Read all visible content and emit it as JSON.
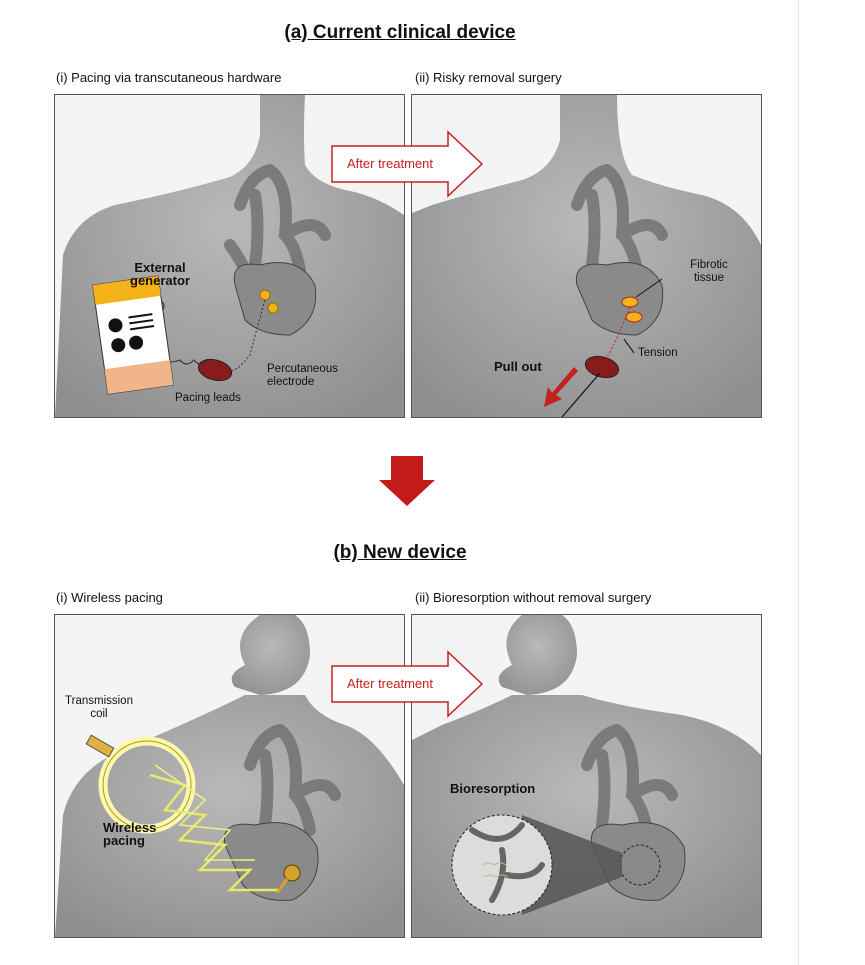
{
  "section_a": {
    "title": "(a) Current clinical device",
    "panel1_caption": "(i) Pacing via transcutaneous hardware",
    "panel2_caption": "(ii) Risky removal surgery",
    "arrow_label": "After treatment",
    "labels": {
      "external_generator": "External generator",
      "pacing_leads": "Pacing leads",
      "percutaneous_electrode": "Percutaneous electrode",
      "fibrotic_tissue": "Fibrotic tissue",
      "tension": "Tension",
      "pull_out": "Pull out"
    }
  },
  "section_b": {
    "title": "(b) New device",
    "panel1_caption": "(i) Wireless pacing",
    "panel2_caption": "(ii) Bioresorption without removal surgery",
    "arrow_label": "After treatment",
    "labels": {
      "transmission_coil": "Transmission coil",
      "wireless_pacing": "Wireless pacing",
      "bioresorption": "Bioresorption"
    }
  },
  "colors": {
    "accent_red": "#c32020",
    "body_gray": "#9a9a9a",
    "vessel_gray": "#7f7f7f",
    "coil_yellow": "#e8e86a",
    "electrode_red": "#8b1a1a"
  }
}
